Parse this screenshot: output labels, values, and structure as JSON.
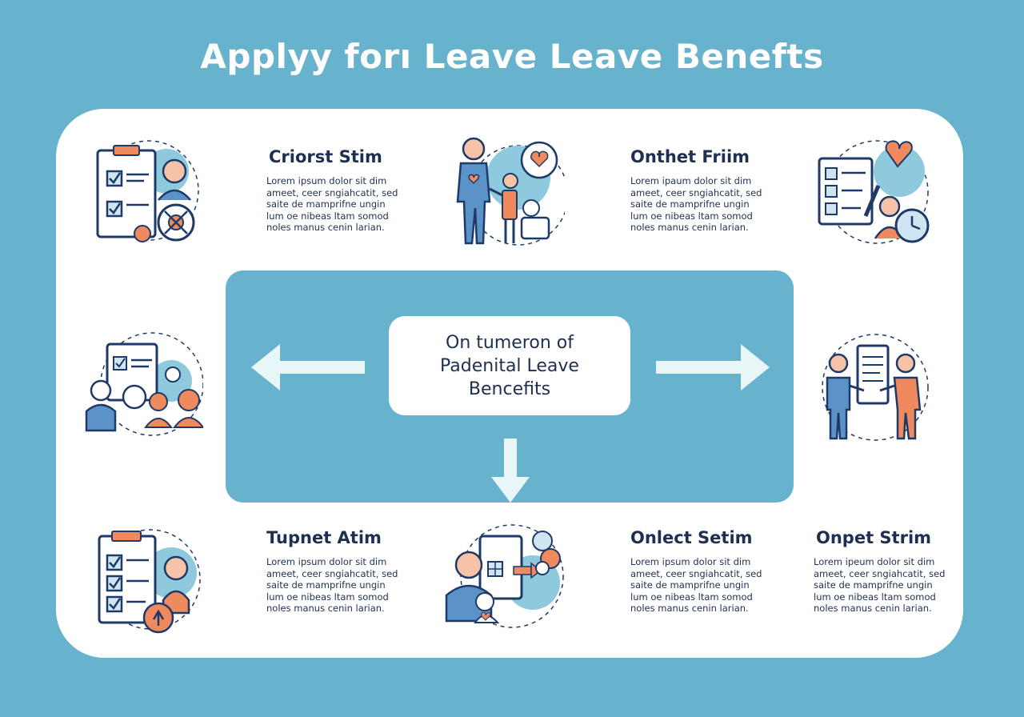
{
  "title": "Applyy forı Leave Leave Benefts",
  "center": {
    "line1": "On tumeron of",
    "line2": "Padenital Leave",
    "line3": "Bencefits"
  },
  "steps": [
    {
      "title": "Criorst Stim",
      "lines": [
        "Lorem ipsum dolor sit dim",
        "ameet, ceer sngiahcatit, sed",
        "saite de mamprifne ungin",
        "lum oe nibeas ltam somod",
        "noles manus cenin larian."
      ]
    },
    {
      "title": "Onthet Friim",
      "lines": [
        "Lorem ipaum dolor sit dim",
        "ameet, ceer sngiahcatit, sed",
        "saite de mamprifne ungin",
        "lum oe nibeas ltam somod",
        "noles manus cenin larian."
      ]
    },
    {
      "title": "Tupnet Atim",
      "lines": [
        "Lorem ipsum dolor sit dim",
        "ameet, ceer sngiahcatit, sed",
        "saite de mamprifne ungin",
        "lum oe nibeas ltam somod",
        "noles manus cenin larian."
      ]
    },
    {
      "title": "Onlect Setim",
      "lines": [
        "Lorem ipsum dolor sit dim",
        "ameet, ceer sngiahcatit, sed",
        "saite de mamprifne ungin",
        "lum oe nibeas ltam somod",
        "noles manus cenin larian."
      ]
    },
    {
      "title": "Onpet Strim",
      "lines": [
        "Lorem ipeum dolor sit dim",
        "ameet, ceer sngiahcatit, sed",
        "saite de mamprifne ungin",
        "lum oe nibeas ltam somod",
        "noles manus cenin larian."
      ]
    }
  ],
  "icons": [
    "checklist-person-icon",
    "parent-child-heart-icon",
    "checklist-clock-icon",
    "meeting-group-icon",
    "document-handshake-icon",
    "checklist-woman-icon",
    "parent-baby-document-icon"
  ],
  "colors": {
    "background": "#67b2cd",
    "navy": "#1f3a68",
    "orange": "#ef8a5f",
    "blue": "#5b93c8",
    "light_blue": "#8ec9dd"
  }
}
